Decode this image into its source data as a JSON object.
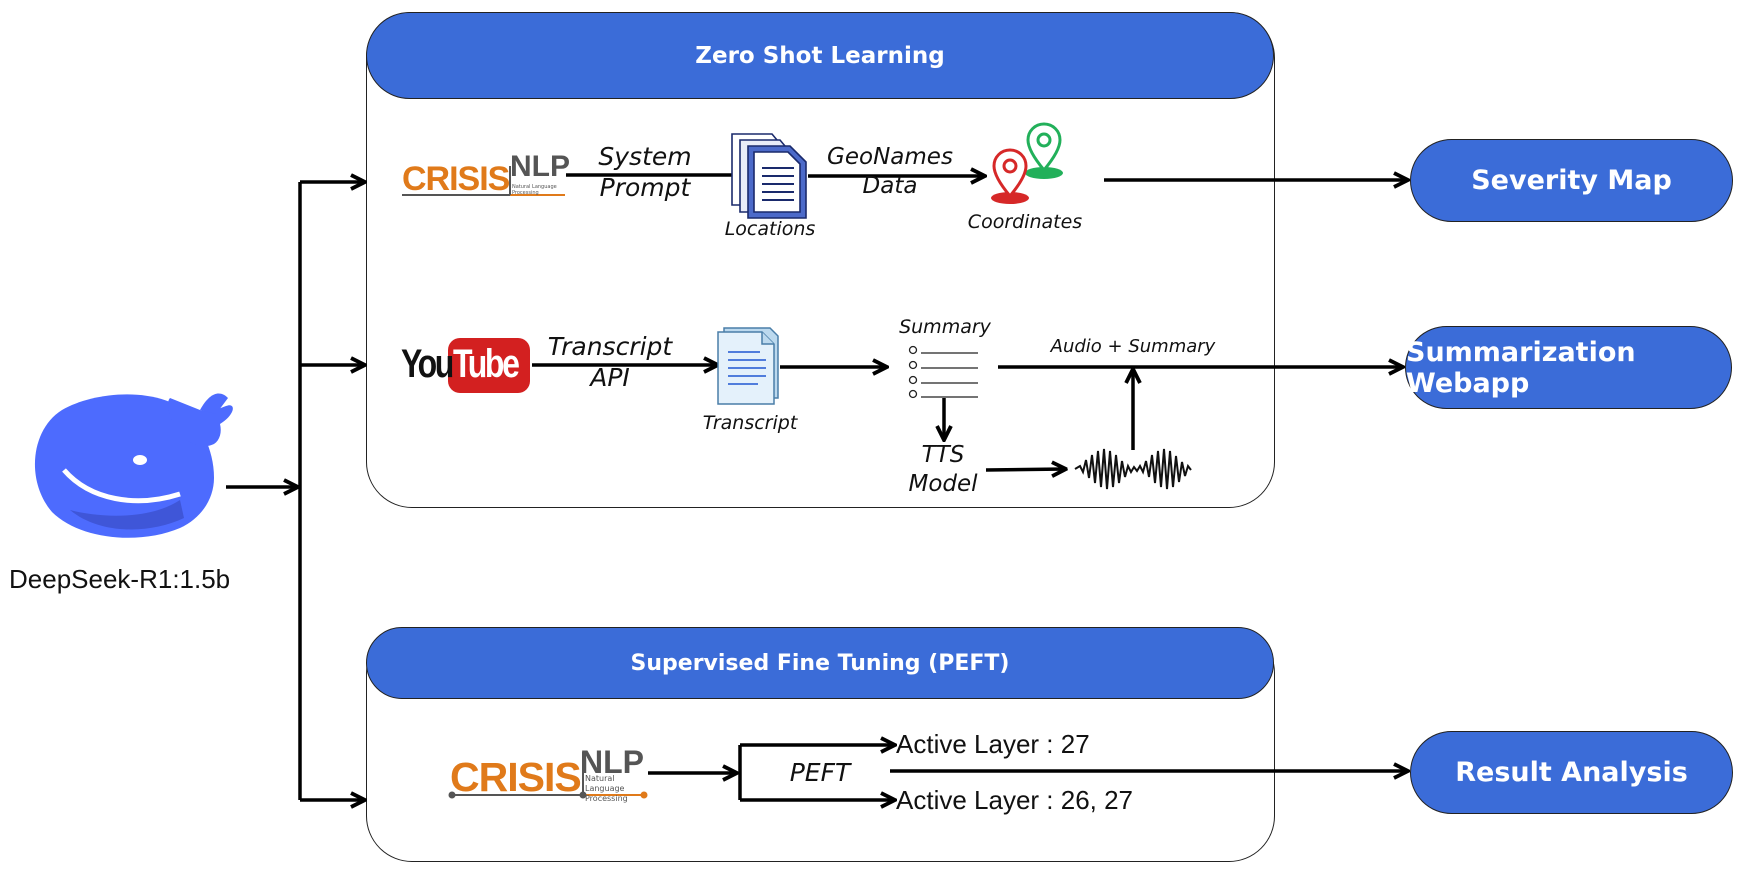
{
  "model": {
    "label": "DeepSeek-R1:1.5b"
  },
  "zero_shot": {
    "title": "Zero Shot Learning",
    "row1": {
      "source_logo": {
        "main": "CRISIS",
        "accent": "NLP",
        "tag": "Natural Language Processing"
      },
      "edge1": [
        "System",
        "Prompt"
      ],
      "node1": "Locations",
      "edge2": [
        "GeoNames",
        "Data"
      ],
      "node2": "Coordinates"
    },
    "row2": {
      "source_logo": {
        "you": "You",
        "tube": "Tube"
      },
      "edge1": [
        "Transcript",
        "API"
      ],
      "node1": "Transcript",
      "node2": "Summary",
      "tts": [
        "TTS",
        "Model"
      ],
      "audio_label": "Audio + Summary"
    }
  },
  "sft": {
    "title": "Supervised Fine Tuning (PEFT)",
    "source_logo": {
      "main": "CRISIS",
      "accent": "NLP",
      "tag": "Natural Language Processing"
    },
    "method": "PEFT",
    "branches": [
      "Active Layer : 27",
      "Active Layer : 26, 27"
    ]
  },
  "outputs": [
    "Severity Map",
    "Summarization Webapp",
    "Result Analysis"
  ],
  "colors": {
    "accent": "#3b6cd8",
    "crisis_orange": "#e07a1a",
    "nlp_gray": "#555555",
    "youtube_red": "#d32020",
    "pin_red": "#d62828",
    "pin_green": "#22b05a"
  }
}
